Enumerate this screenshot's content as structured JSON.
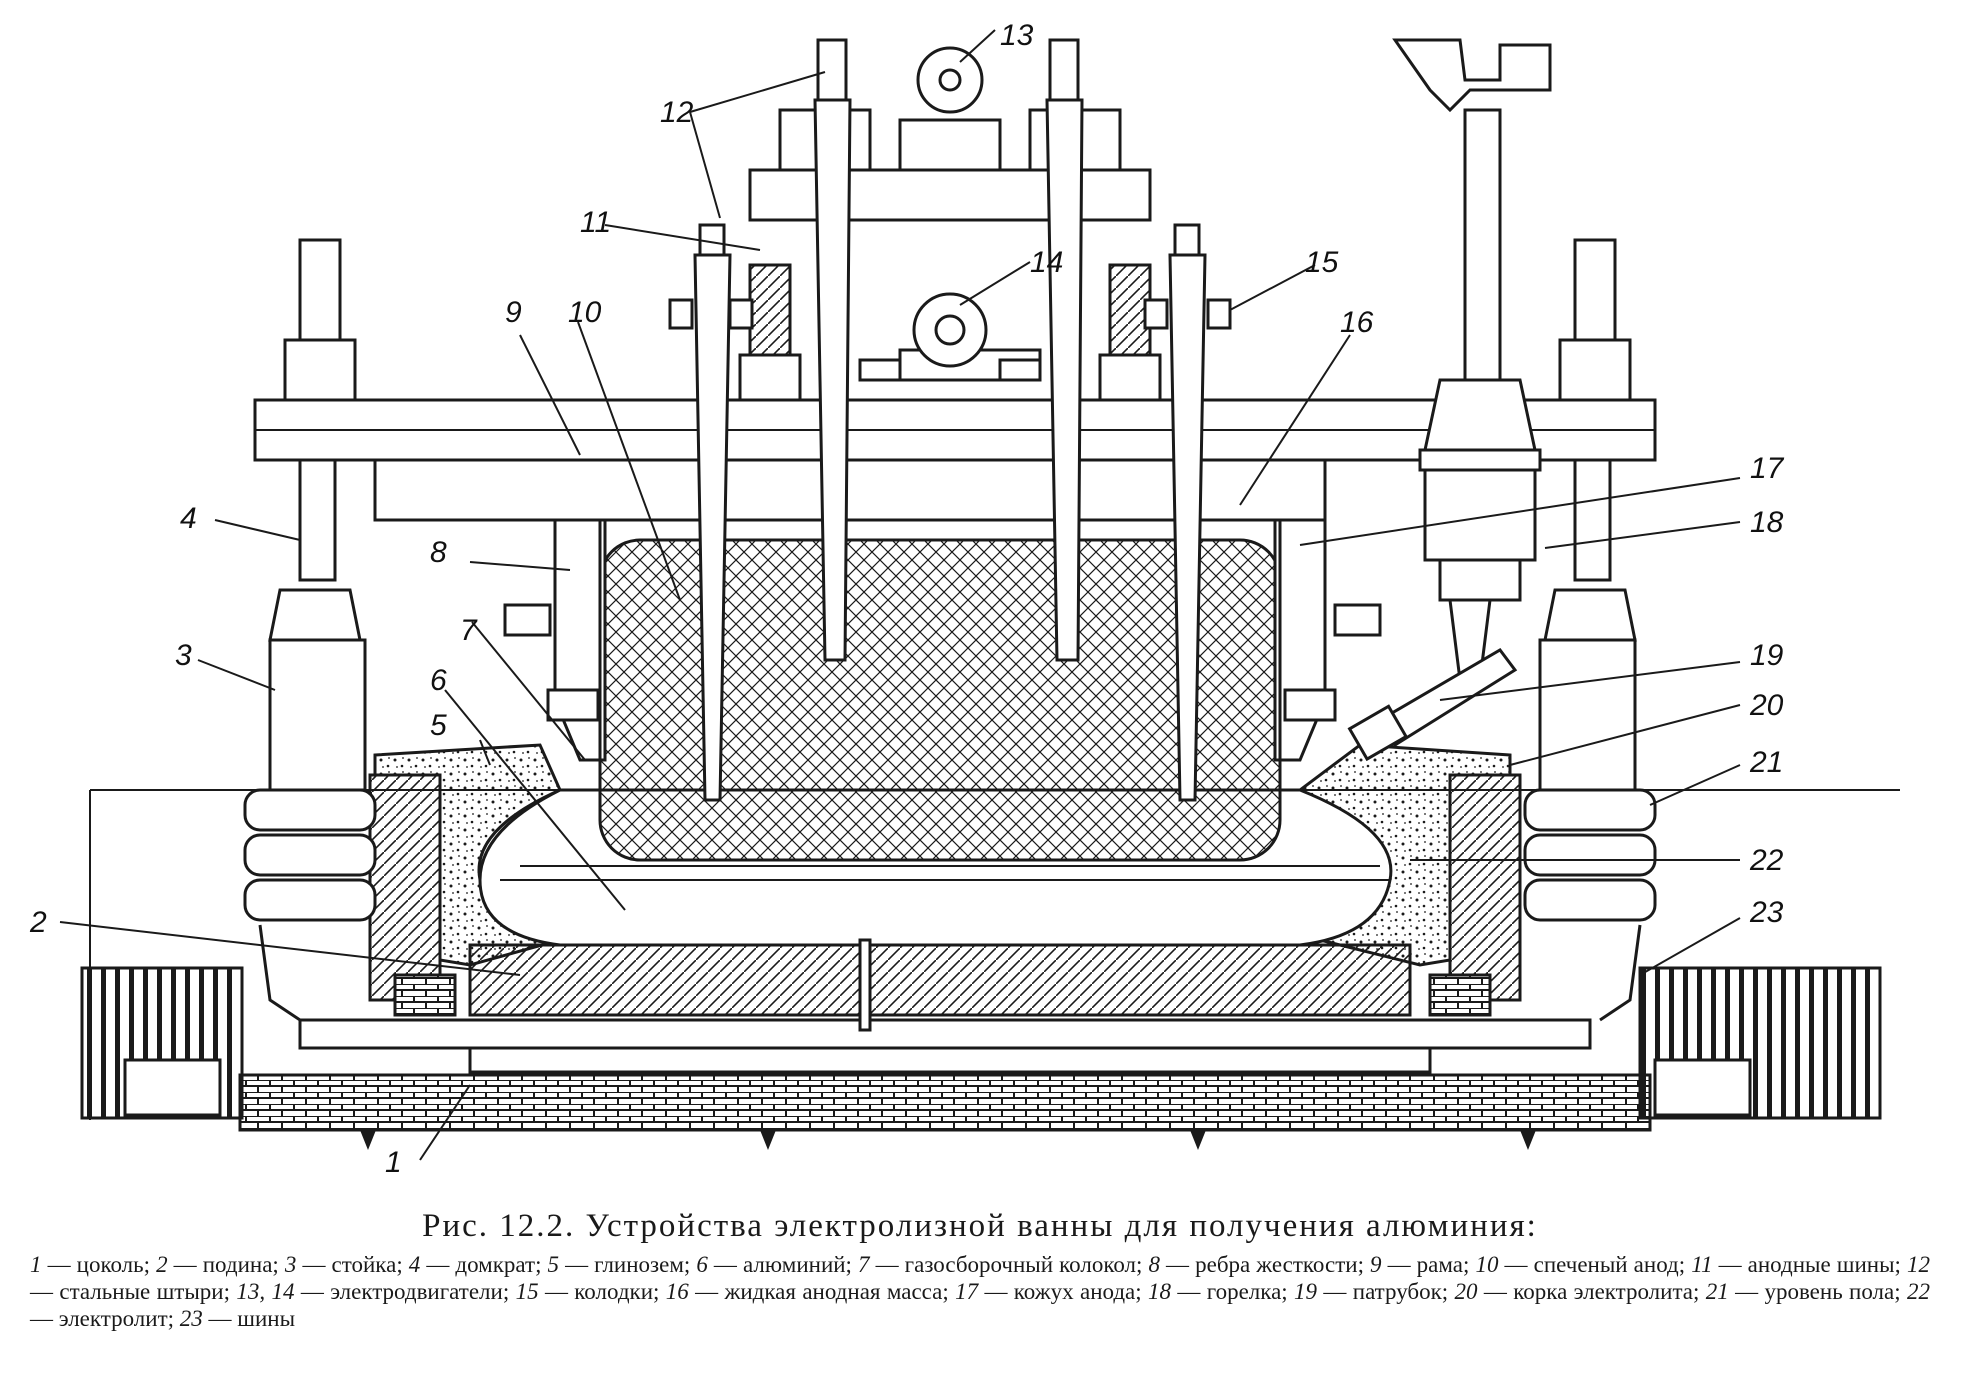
{
  "callouts": [
    {
      "id": "1",
      "text": "1"
    },
    {
      "id": "2",
      "text": "2"
    },
    {
      "id": "3",
      "text": "3"
    },
    {
      "id": "4",
      "text": "4"
    },
    {
      "id": "5",
      "text": "5"
    },
    {
      "id": "6",
      "text": "6"
    },
    {
      "id": "7",
      "text": "7"
    },
    {
      "id": "8",
      "text": "8"
    },
    {
      "id": "9",
      "text": "9"
    },
    {
      "id": "10",
      "text": "10"
    },
    {
      "id": "11",
      "text": "11"
    },
    {
      "id": "12",
      "text": "12"
    },
    {
      "id": "13",
      "text": "13"
    },
    {
      "id": "14",
      "text": "14"
    },
    {
      "id": "15",
      "text": "15"
    },
    {
      "id": "16",
      "text": "16"
    },
    {
      "id": "17",
      "text": "17"
    },
    {
      "id": "18",
      "text": "18"
    },
    {
      "id": "19",
      "text": "19"
    },
    {
      "id": "20",
      "text": "20"
    },
    {
      "id": "21",
      "text": "21"
    },
    {
      "id": "22",
      "text": "22"
    },
    {
      "id": "23",
      "text": "23"
    }
  ],
  "caption": {
    "title": "Рис. 12.2. Устройства электролизной ванны для получения алюминия:",
    "items": [
      {
        "num": "1",
        "text": "цоколь"
      },
      {
        "num": "2",
        "text": "подина"
      },
      {
        "num": "3",
        "text": "стойка"
      },
      {
        "num": "4",
        "text": "домкрат"
      },
      {
        "num": "5",
        "text": "глинозем"
      },
      {
        "num": "6",
        "text": "алюминий"
      },
      {
        "num": "7",
        "text": "газосборочный колокол"
      },
      {
        "num": "8",
        "text": "ребра жесткости"
      },
      {
        "num": "9",
        "text": "рама"
      },
      {
        "num": "10",
        "text": "спеченый анод"
      },
      {
        "num": "11",
        "text": "анодные шины"
      },
      {
        "num": "12",
        "text": "стальные штыри"
      },
      {
        "num": "13, 14",
        "text": "электродвигатели"
      },
      {
        "num": "15",
        "text": "колодки"
      },
      {
        "num": "16",
        "text": "жидкая анодная масса"
      },
      {
        "num": "17",
        "text": "кожух анода"
      },
      {
        "num": "18",
        "text": "горелка"
      },
      {
        "num": "19",
        "text": "патрубок"
      },
      {
        "num": "20",
        "text": "корка электролита"
      },
      {
        "num": "21",
        "text": "уровень пола"
      },
      {
        "num": "22",
        "text": "электролит"
      },
      {
        "num": "23",
        "text": "шины"
      }
    ]
  },
  "colors": {
    "ink": "#1a1a1a",
    "paper": "#ffffff"
  }
}
